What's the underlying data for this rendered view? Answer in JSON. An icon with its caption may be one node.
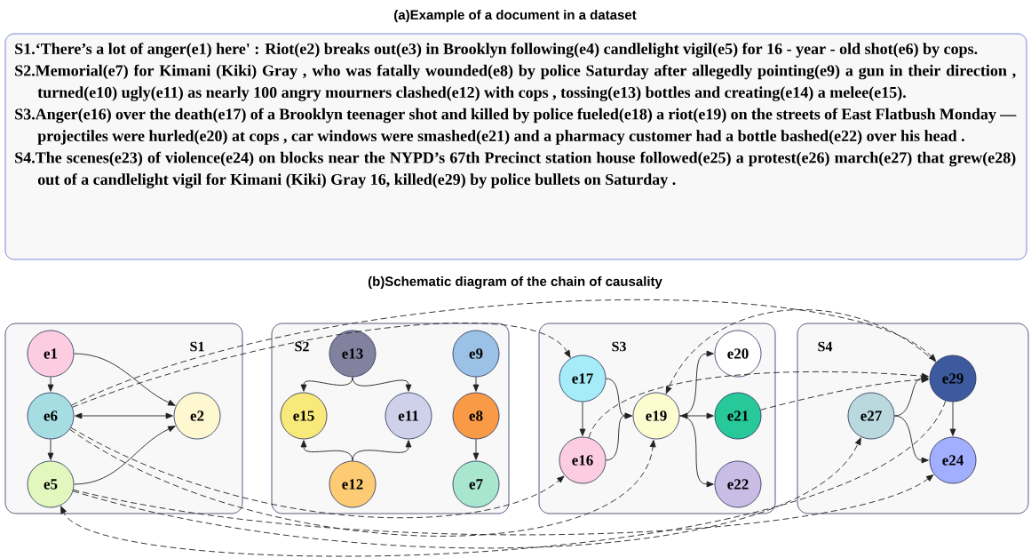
{
  "diagram": {
    "nodes": [
      {
        "beside": [
          "(a)Example of a document in a dataset"
        ],
        "text": [
          "S1.‘There’s a lot of anger(e1) here' : Riot(e2) breaks out(e3) in Brooklyn following(e4) candlelight vigil(e5) for 16 - year - old shot(e6) by cops.",
          "S2.Memorial(e7) for Kimani (Kiki) Gray , who was fatally wounded(e8) by police Saturday after allegedly pointing(e9) a gun in their direction , turned(e10) ugly(e11) as nearly 100 angry mourners clashed(e12) with cops , tossing(e13) bottles and creating(e14) a melee(e15).",
          "S3.Anger(e16) over the death(e17) of a Brooklyn teenager shot and killed by police fueled(e18) a riot(e19) on the streets of East Flatbush Monday — projectiles were hurled(e20) at cops , car windows were smashed(e21) and a pharmacy customer had a bottle bashed(e22) over his head .",
          "S4.The scenes(e23) of violence(e24) on blocks near the NYPD’s 67th Precinct station house followed(e25) a protest(e26) march(e27) that grew(e28) out of a candlelight vigil for Kimani (Kiki) Gray 16, killed(e29) by police bullets on Saturday ."
        ]
      },
      {
        "text": [
          "S1"
        ]
      },
      {
        "text": [
          "e1"
        ],
        "in": 1
      },
      {
        "text": [
          "e6"
        ],
        "in": 1
      },
      {
        "text": [
          "e2"
        ],
        "in": 1
      },
      {
        "text": [
          "e5"
        ],
        "in": 1
      },
      {
        "text": [
          "S2"
        ]
      },
      {
        "text": [
          "e13"
        ],
        "in": 6
      },
      {
        "text": [
          "e9"
        ],
        "in": 6
      },
      {
        "text": [
          "e15"
        ],
        "in": 6
      },
      {
        "text": [
          "e11"
        ],
        "in": 6
      },
      {
        "text": [
          "e8"
        ],
        "in": 6
      },
      {
        "text": [
          "e12"
        ],
        "in": 6
      },
      {
        "text": [
          "e7"
        ],
        "in": 6
      },
      {
        "text": [
          "S3"
        ]
      },
      {
        "text": [
          "e17"
        ],
        "in": 14
      },
      {
        "text": [
          "e20"
        ],
        "in": 14
      },
      {
        "text": [
          "e19"
        ],
        "in": 14
      },
      {
        "text": [
          "e21"
        ],
        "in": 14
      },
      {
        "text": [
          "e16"
        ],
        "in": 14
      },
      {
        "text": [
          "e22"
        ],
        "in": 14
      },
      {
        "text": [
          "S4"
        ]
      },
      {
        "text": [
          "e29"
        ],
        "in": 21
      },
      {
        "text": [
          "e27"
        ],
        "in": 21
      },
      {
        "text": [
          "e24"
        ],
        "in": 21
      }
    ],
    "edges": [
      {
        "from": 2,
        "to": 3,
        "arrow": "to"
      },
      {
        "from": 3,
        "to": 5,
        "arrow": "to"
      },
      {
        "from": 2,
        "to": 4,
        "arrow": "to"
      },
      {
        "from": 3,
        "to": 4,
        "arrow": "both"
      },
      {
        "from": 5,
        "to": 4,
        "arrow": "to"
      },
      {
        "from": 7,
        "to": 9,
        "arrow": "to"
      },
      {
        "from": 7,
        "to": 10,
        "arrow": "to"
      },
      {
        "from": 12,
        "to": 9,
        "arrow": "to"
      },
      {
        "from": 12,
        "to": 10,
        "arrow": "to"
      },
      {
        "from": 8,
        "to": 11,
        "arrow": "to"
      },
      {
        "from": 11,
        "to": 13,
        "arrow": "to"
      },
      {
        "from": 15,
        "to": 19,
        "arrow": "to"
      },
      {
        "from": 15,
        "to": 17,
        "arrow": "to"
      },
      {
        "from": 19,
        "to": 17,
        "arrow": "to"
      },
      {
        "from": 17,
        "to": 16,
        "arrow": "to"
      },
      {
        "from": 17,
        "to": 18,
        "arrow": "both"
      },
      {
        "from": 17,
        "to": 20,
        "arrow": "to"
      },
      {
        "from": 23,
        "to": 22,
        "arrow": "to"
      },
      {
        "from": 23,
        "to": 24,
        "arrow": "to"
      },
      {
        "from": 22,
        "to": 24,
        "arrow": "to"
      },
      {
        "from": 3,
        "to": 15,
        "arrow": "to",
        "style": "dashed"
      },
      {
        "from": 3,
        "to": 22,
        "arrow": "to",
        "style": "dashed"
      },
      {
        "from": 3,
        "to": 19,
        "arrow": "to",
        "style": "dashed"
      },
      {
        "from": 3,
        "to": 17,
        "arrow": "to",
        "style": "dashed"
      },
      {
        "from": 19,
        "to": 22,
        "arrow": "to",
        "style": "dashed"
      },
      {
        "from": 18,
        "to": 22,
        "arrow": "to",
        "style": "dashed"
      },
      {
        "from": 22,
        "to": 17,
        "arrow": "to",
        "style": "dashed"
      },
      {
        "from": 22,
        "to": 5,
        "arrow": "to",
        "style": "dashed"
      },
      {
        "from": 5,
        "to": 23,
        "arrow": "to",
        "style": "dashed"
      },
      {
        "from": 5,
        "to": 24,
        "arrow": "to",
        "style": "dashed"
      }
    ],
    "labels": [
      "(b)Schematic diagram of the chain of causality"
    ]
  }
}
